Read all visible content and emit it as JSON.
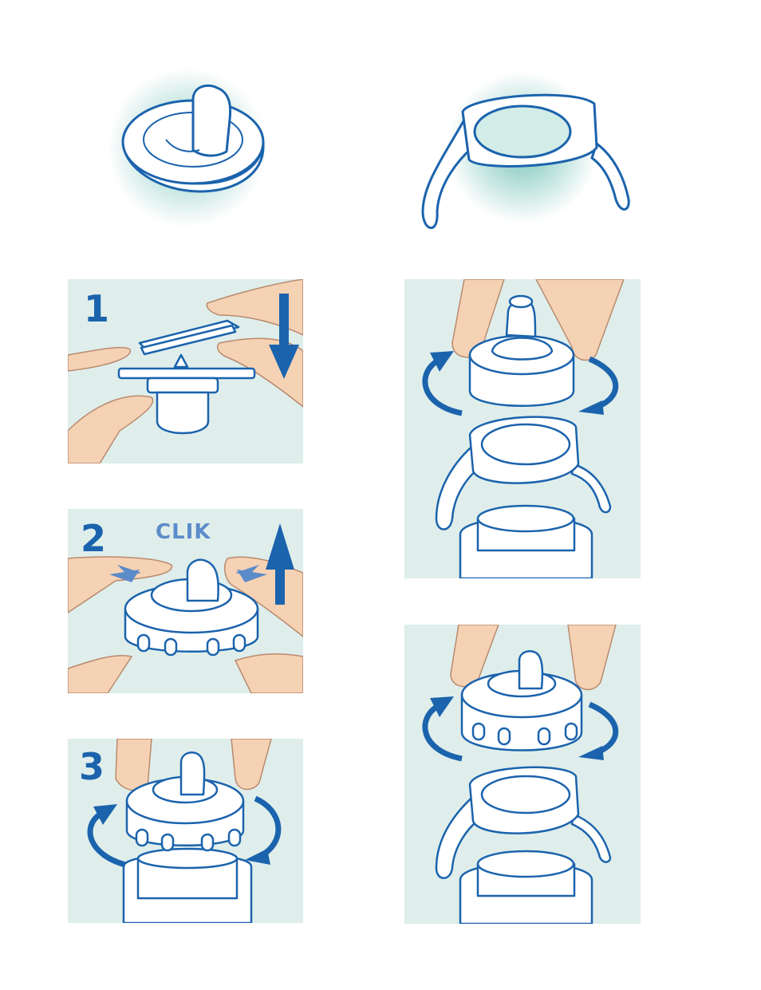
{
  "colors": {
    "outline": "#1b63ad",
    "panel_bg": "#dfeeeb",
    "glow": "#5fb9ab",
    "skin": "#f6d2b5",
    "skin_line": "#b98a6e",
    "arrow": "#1b63ad",
    "clik": "#5b8bc9",
    "step_number": "#1b63ad"
  },
  "steps": {
    "step1": {
      "number": "1"
    },
    "step2": {
      "number": "2",
      "sound": "CLIK"
    },
    "step3": {
      "number": "3"
    }
  },
  "icons": [
    "spout-disc",
    "handle-ring",
    "push-down-arrow",
    "push-up-arrow",
    "rotate-arrows",
    "click-chevrons"
  ]
}
